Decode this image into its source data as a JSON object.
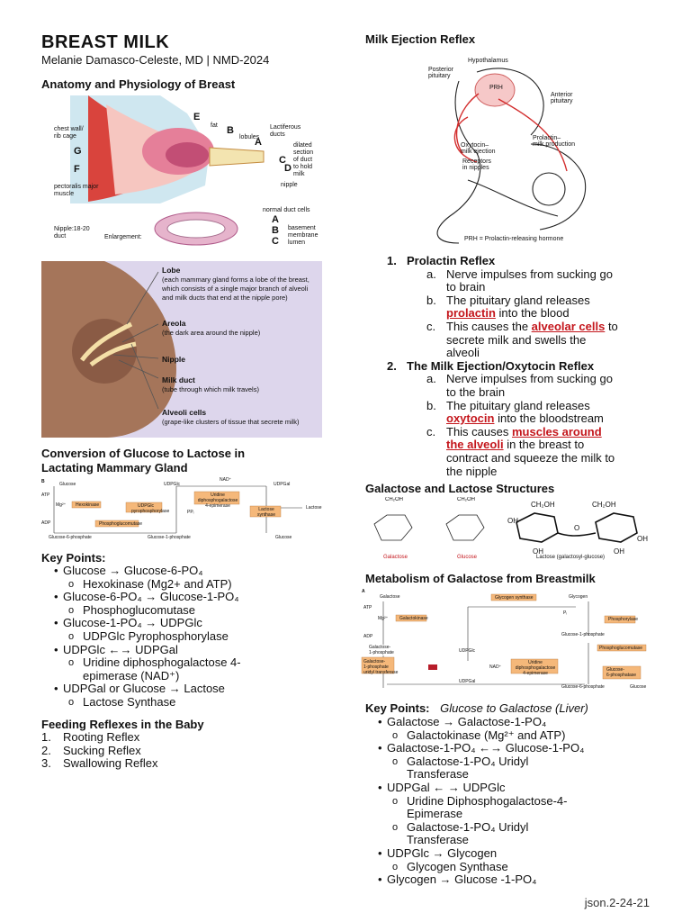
{
  "title": "BREAST MILK",
  "author": "Melanie Damasco-Celeste, MD | NMD-2024",
  "left": {
    "anatomy_heading": "Anatomy and Physiology of Breast",
    "anatomy_fig": {
      "labels": [
        "E",
        "B",
        "A",
        "C",
        "D",
        "G",
        "F",
        "A",
        "B",
        "C"
      ],
      "texts": [
        "fat",
        "lobules",
        "Lactiferous",
        "ducts",
        "chest wall/",
        "rib cage",
        "dilated",
        "section",
        "of duct",
        "to hold",
        "milk",
        "nipple",
        "pectoralis major",
        "muscle",
        "normal duct cells",
        "basement",
        "membrane",
        "lumen",
        "Nipple:18-20",
        "duct",
        "Enlargement:"
      ]
    },
    "lobe_fig": {
      "lobe_title": "Lobe",
      "lobe_desc": [
        "(each mammary gland forms a lobe of the breast,",
        "which consists of a single major branch of alveoli",
        "and milk ducts that end at the nipple pore)"
      ],
      "areola_title": "Areola",
      "areola_desc": "(the dark area around the nipple)",
      "nipple_title": "Nipple",
      "duct_title": "Milk duct",
      "duct_desc": "(tube through which milk travels)",
      "alveoli_title": "Alveoli cells",
      "alveoli_desc": "(grape-like clusters of tissue that secrete milk)"
    },
    "conversion_heading_1": "Conversion of Glucose to Lactose in",
    "conversion_heading_2": "Lactating Mammary Gland",
    "conversion_fig": {
      "panel": "B",
      "glucose": "Glucose",
      "udpglc": "UDPGlc",
      "nad": "NAD⁺",
      "udpgal": "UDPGal",
      "atp": "ATP",
      "mg": "Mg²⁺",
      "hexokinase": "Hexokinase",
      "udpglc_pyro": [
        "UDPGlc",
        "pyrophosphorylase"
      ],
      "uridine": [
        "Uridine",
        "diphosphogalactose",
        "4-epimerase"
      ],
      "ppi": "PPᵢ",
      "lactose": "Lactose",
      "lactose_synthase": [
        "Lactose",
        "synthase"
      ],
      "adp": "ADP",
      "phosphoglucomutase": "Phosphoglucomutase",
      "g6p": "Glucose-6-phosphate",
      "g1p": "Glucose-1-phosphate",
      "glucose2": "Glucose"
    },
    "key_points_label": "Key Points:",
    "key_points": [
      {
        "main": "Glucose → Glucose-6-PO₄",
        "sub": [
          "Hexokinase (Mg2+ and ATP)"
        ]
      },
      {
        "main": "Glucose-6-PO₄ → Glucose-1-PO₄",
        "sub": [
          "Phosphoglucomutase"
        ]
      },
      {
        "main": "Glucose-1-PO₄ → UDPGlc",
        "sub": [
          "UDPGlc Pyrophosphorylase"
        ]
      },
      {
        "main": "UDPGlc ←→ UDPGal",
        "sub": [
          "Uridine diphosphogalactose 4-",
          "epimerase (NAD⁺)"
        ]
      },
      {
        "main": "UDPGal or Glucose → Lactose",
        "sub": [
          "Lactose Synthase"
        ]
      }
    ],
    "feeding_heading": "Feeding Reflexes in the Baby",
    "feeding": [
      "Rooting Reflex",
      "Sucking Reflex",
      "Swallowing Reflex"
    ]
  },
  "right": {
    "milk_heading": "Milk Ejection Reflex",
    "milk_fig": {
      "hypothalamus": "Hypothalamus",
      "posterior": [
        "Posterior",
        "pituitary"
      ],
      "prh": "PRH",
      "anterior": [
        "Anterior",
        "pituitary"
      ],
      "prolactin": [
        "Prolactin–",
        "milk production"
      ],
      "oxytocin": [
        "Oxytocin–",
        "milk ejection"
      ],
      "receptors": [
        "Receptors",
        "in nipples"
      ],
      "caption": "PRH = Prolactin-releasing hormone"
    },
    "reflex1_title": "Prolactin Reflex",
    "reflex1_a": [
      "Nerve impulses from sucking go",
      "to brain"
    ],
    "reflex1_b_1": "The pituitary gland releases",
    "reflex1_b_red": "prolactin",
    "reflex1_b_2": " into the blood",
    "reflex1_c_1": "This causes the ",
    "reflex1_c_red": "alveolar cells",
    "reflex1_c_2": " to",
    "reflex1_c_3": [
      "secrete milk and swells the",
      "alveoli"
    ],
    "reflex2_title": "The Milk Ejection/Oxytocin Reflex",
    "reflex2_a": [
      "Nerve impulses from sucking go",
      "to the brain"
    ],
    "reflex2_b_1": "The pituitary gland releases",
    "reflex2_b_red": "oxytocin",
    "reflex2_b_2": " into the bloodstream",
    "reflex2_c_1": "This causes ",
    "reflex2_c_red1": "muscles around",
    "reflex2_c_red2": "the alveoli",
    "reflex2_c_2": " in the breast to",
    "reflex2_c_3": [
      "contract and squeeze the milk to",
      "the nipple"
    ],
    "galactose_heading": "Galactose and Lactose Structures",
    "struct_fig": {
      "galactose": "Galactose",
      "glucose": "Glucose",
      "lactose": "Lactose (galactosyl-glucose)",
      "ch2oh": "CH₂OH",
      "oh": "OH",
      "o": "O"
    },
    "metab_heading": "Metabolism of Galactose from Breastmilk",
    "metab_fig": {
      "panel": "A",
      "galactose": "Galactose",
      "glycogen_synthase": "Glycogen synthase",
      "glycogen": "Glycogen",
      "atp": "ATP",
      "mg": "Mg²⁺",
      "galactokinase": "Galactokinase",
      "pi": "Pᵢ",
      "phosphorylase": "Phosphorylase",
      "adp": "ADP",
      "g1p": "Glucose-1-phosphate",
      "gal1p": [
        "Galactose-",
        "1-phosphate"
      ],
      "udpglc": "UDPGlc",
      "phosphoglucomutase": "Phosphoglucomutase",
      "transferase": [
        "Galactose-",
        "1-phosphate",
        "uridyl transferase"
      ],
      "nad": "NAD⁺",
      "epimerase": [
        "Uridine",
        "diphosphogalactose",
        "4-epimerase"
      ],
      "g6pase": [
        "Glucose-",
        "6-phosphatase"
      ],
      "udpgal": "UDPGal",
      "g6p": "Glucose-6-phosphate",
      "glucose": "Glucose"
    },
    "key_points_label": "Key Points:",
    "key_points_sub": "Glucose to Galactose (Liver)",
    "key_points": [
      {
        "main": "Galactose → Galactose-1-PO₄",
        "sub": [
          "Galactokinase (Mg²⁺ and ATP)"
        ]
      },
      {
        "main": "Galactose-1-PO₄ ←→ Glucose-1-PO₄",
        "sub": [
          "Galactose-1-PO₄ Uridyl",
          "Transferase"
        ]
      },
      {
        "main": "UDPGal ← → UDPGlc",
        "sub": [
          "Uridine Diphosphogalactose-4-",
          "Epimerase",
          "Galactose-1-PO₄ Uridyl",
          "Transferase"
        ]
      },
      {
        "main": "UDPGlc → Glycogen",
        "sub": [
          "Glycogen Synthase"
        ]
      },
      {
        "main": "Glycogen → Glucose -1-PO₄",
        "sub": []
      }
    ]
  },
  "footer": "json.2-24-21",
  "colors": {
    "accent_red": "#c4161c",
    "box_orange": "#f5b87a",
    "lavender": "#ddd6ec"
  }
}
